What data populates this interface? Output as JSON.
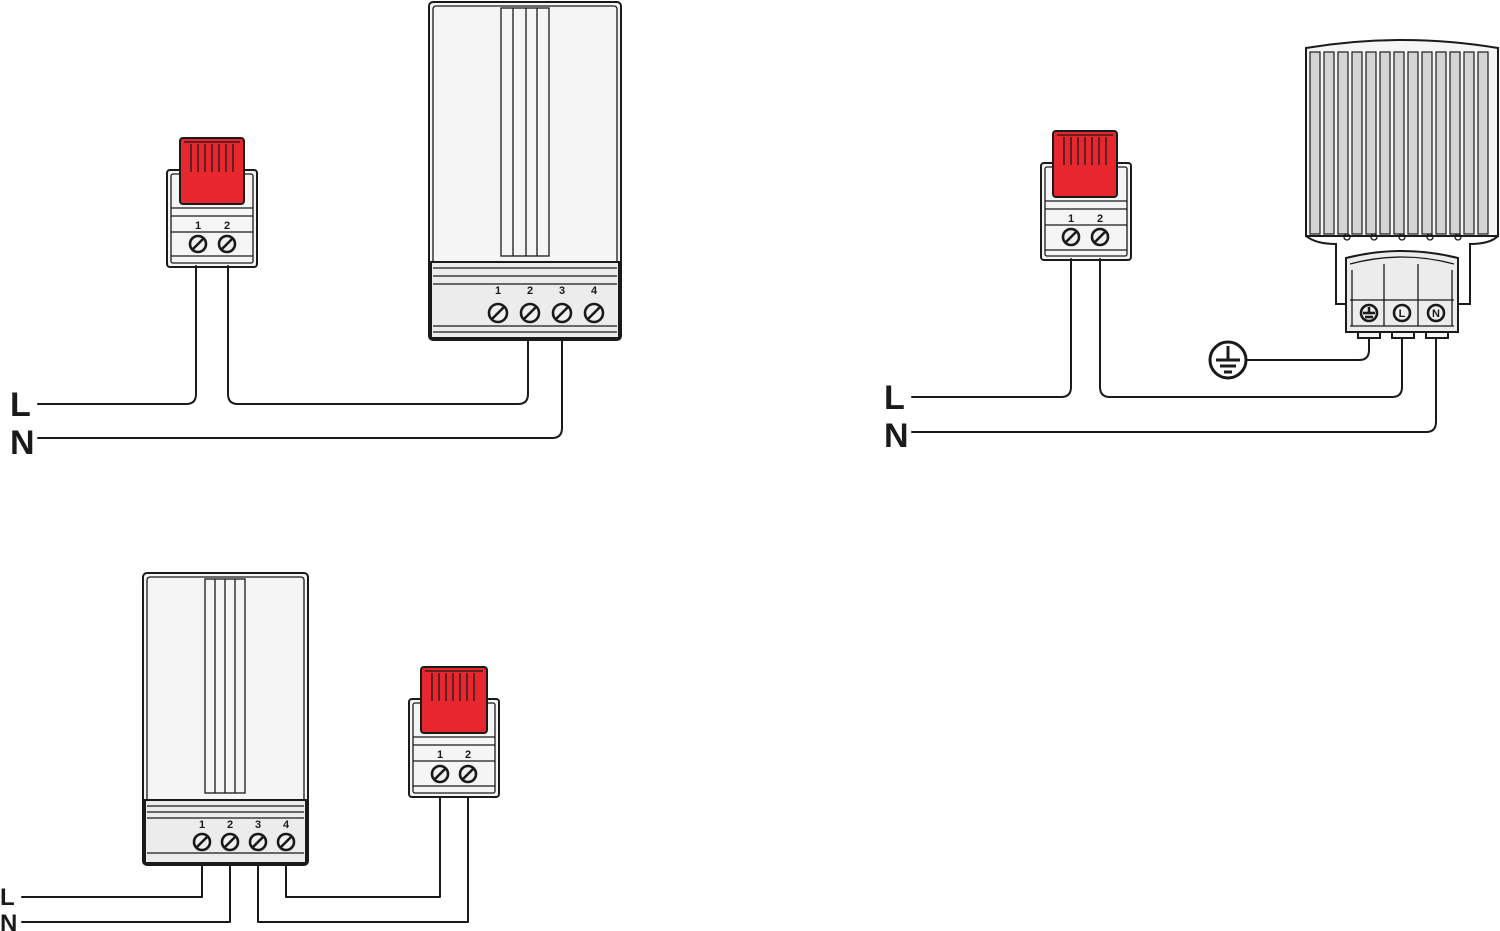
{
  "diagrams": [
    {
      "name": "heater-wiring-top-left",
      "thermostat_terminals": [
        "1",
        "2"
      ],
      "heater_terminals": [
        "1",
        "2",
        "3",
        "4"
      ],
      "supply_labels": [
        "L",
        "N"
      ]
    },
    {
      "name": "heater-wiring-top-right",
      "thermostat_terminals": [
        "1",
        "2"
      ],
      "heater_terminals": [
        "earth",
        "L",
        "N"
      ],
      "supply_labels": [
        "L",
        "N"
      ]
    },
    {
      "name": "heater-wiring-bottom-left",
      "thermostat_terminals": [
        "1",
        "2"
      ],
      "heater_terminals": [
        "1",
        "2",
        "3",
        "4"
      ],
      "supply_labels": [
        "L",
        "N"
      ]
    }
  ],
  "labels": {
    "tl_L": "L",
    "tl_N": "N",
    "tr_L": "L",
    "tr_N": "N",
    "bl_L": "L",
    "bl_N": "N",
    "t1": "1",
    "t2": "2",
    "t3": "3",
    "t4": "4",
    "term_L": "L",
    "term_N": "N"
  },
  "colors": {
    "thermostat_knob": "#e8262d",
    "line": "#1a1a1a",
    "heater_body": "#f5f5f5",
    "heater_fins": "#d4d4d4"
  }
}
